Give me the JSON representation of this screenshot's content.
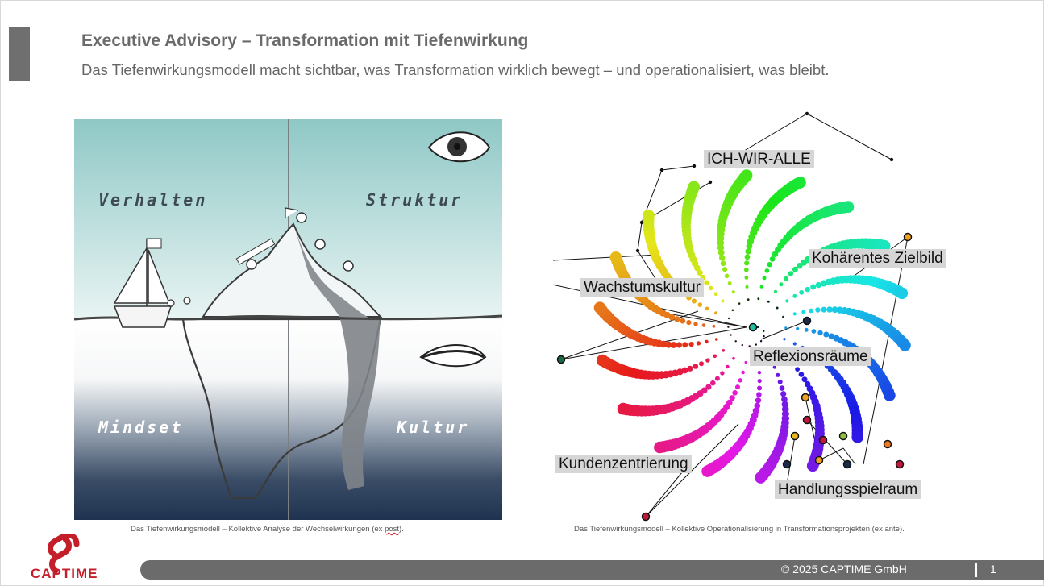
{
  "header": {
    "title": "Executive Advisory – Transformation mit Tiefenwirkung",
    "subtitle": "Das Tiefenwirkungsmodell macht sichtbar, was Transformation wirklich bewegt – und operationalisiert, was bleibt."
  },
  "left_figure": {
    "quadrants": [
      "Verhalten",
      "Struktur",
      "Mindset",
      "Kultur"
    ],
    "caption_prefix": "Das Tiefenwirkungsmodell – Kollektive Analyse der Wechselwirkungen (ex ",
    "caption_link": "post",
    "caption_suffix": ")."
  },
  "right_figure": {
    "labels": [
      "ICH-WIR-ALLE",
      "Kohärentes Zielbild",
      "Wachstumskultur",
      "Reflexionsräume",
      "Kundenzentrierung",
      "Handlungsspielraum"
    ],
    "caption": "Das Tiefenwirkungsmodell – Kollektive Operationalisierung in Transformationsprojekten (ex ante)."
  },
  "footer": {
    "logo_text": "CAPTIME",
    "copyright": "© 2025  CAPTIME GmbH",
    "page_number": "1"
  },
  "colors": {
    "accent_gray": "#6f6f6f",
    "brand_red": "#c41e2a",
    "sky_top": "#8fc9c6",
    "deep_navy": "#1f3350"
  }
}
